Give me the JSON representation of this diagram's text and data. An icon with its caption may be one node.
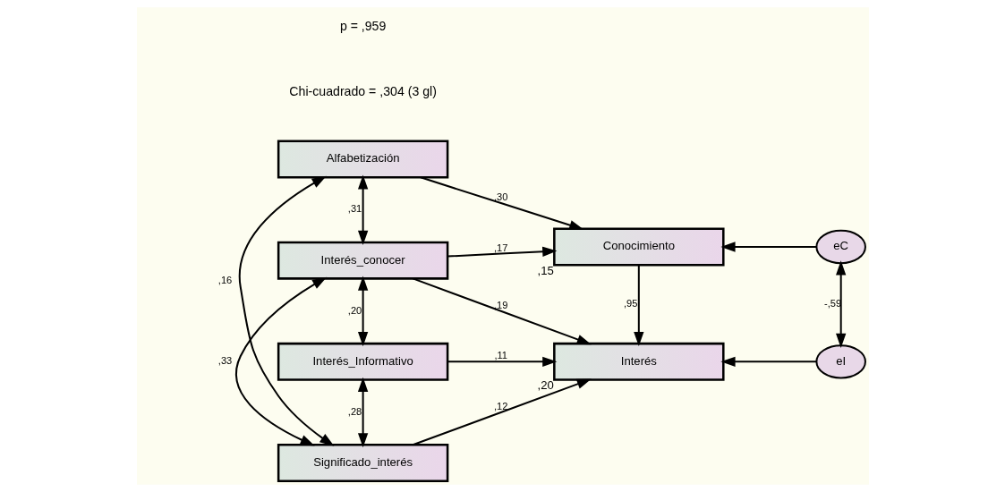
{
  "diagram": {
    "nodes": [
      {
        "text": [
          "Alfabetización"
        ]
      },
      {
        "text": [
          "Interés_Informativo"
        ]
      },
      {
        "text": [
          "Interés_conocer"
        ]
      },
      {
        "text": [
          "Significado_interés"
        ]
      },
      {
        "text": [
          "Conocimiento"
        ],
        "beside": [
          ",15"
        ]
      },
      {
        "text": [
          "Interés"
        ],
        "beside": [
          ",20"
        ]
      },
      {
        "text": [
          "eC"
        ]
      },
      {
        "text": [
          "eI"
        ]
      }
    ],
    "edges": [
      {
        "from": 0,
        "to": 4,
        "arrow": "to",
        "label": ",30"
      },
      {
        "from": 2,
        "to": 4,
        "arrow": "to",
        "label": ",17"
      },
      {
        "from": 1,
        "to": 5,
        "arrow": "to",
        "label": ",11"
      },
      {
        "from": 2,
        "to": 5,
        "arrow": "to",
        "label": ",19"
      },
      {
        "from": 3,
        "to": 5,
        "arrow": "to",
        "label": ",12"
      },
      {
        "from": 4,
        "to": 5,
        "arrow": "to",
        "label": ",95"
      },
      {
        "from": 6,
        "to": 4,
        "arrow": "to"
      },
      {
        "from": 7,
        "to": 5,
        "arrow": "to"
      },
      {
        "from": 6,
        "to": 7,
        "arrow": "both",
        "label": "-,59"
      },
      {
        "from": 0,
        "to": 2,
        "arrow": "both",
        "label": ",31"
      },
      {
        "from": 0,
        "to": 3,
        "arrow": "both",
        "label": ",16"
      },
      {
        "from": 1,
        "to": 2,
        "arrow": "both",
        "label": ",20"
      },
      {
        "from": 1,
        "to": 3,
        "arrow": "both",
        "label": ",28"
      },
      {
        "from": 2,
        "to": 3,
        "arrow": "both",
        "label": ",33"
      }
    ],
    "labels": [
      "Chi-cuadrado = ,304 (3 gl)",
      "p = ,959"
    ]
  }
}
